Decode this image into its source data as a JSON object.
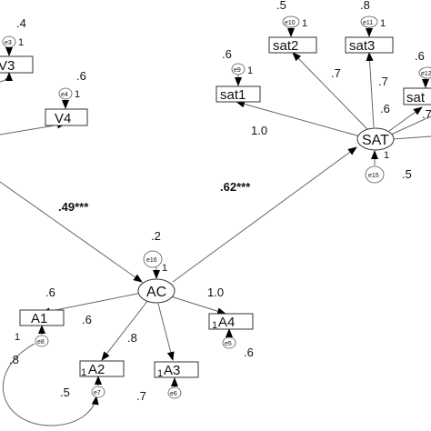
{
  "latents": {
    "sat": "SAT",
    "ac": "AC"
  },
  "observed": {
    "v3": "V3",
    "v4": "V4",
    "sat1": "sat1",
    "sat2": "sat2",
    "sat3": "sat3",
    "sat4": "sat",
    "a1": "A1",
    "a2": "A2",
    "a3": "A3",
    "a4": "A4"
  },
  "errors": {
    "e3": "e3",
    "e4": "e4",
    "e5": "e5",
    "e6": "e6",
    "e7": "e7",
    "e8": "e8",
    "e9": "e9",
    "e10": "e10",
    "e11": "e11",
    "e12": "e12",
    "e15": "e15",
    "e16": "e16"
  },
  "coefficients": {
    "v3_var": ".4",
    "v4_var": ".6",
    "sat1_var": ".6",
    "sat2_var": ".5",
    "sat3_var": ".8",
    "sat4_var": ".6",
    "sat_sat1": "1.0",
    "sat_sat2": ".7",
    "sat_sat3": ".7",
    "sat_sat4": ".6",
    "sat4_partial": ".7",
    "sat_r2": ".5",
    "v_ac_path": ".49***",
    "ac_sat_path": ".62***",
    "ac_r2": ".2",
    "ac_a1": ".6",
    "ac_a2": ".8",
    "ac_a3": ".7",
    "ac_a4": "1.0",
    "a1_var": ".6",
    "a4_var": ".6",
    "cov_e8_e7": ".8",
    "e7_side": ".5",
    "a3_var": ".7"
  },
  "fixed_one": "1"
}
